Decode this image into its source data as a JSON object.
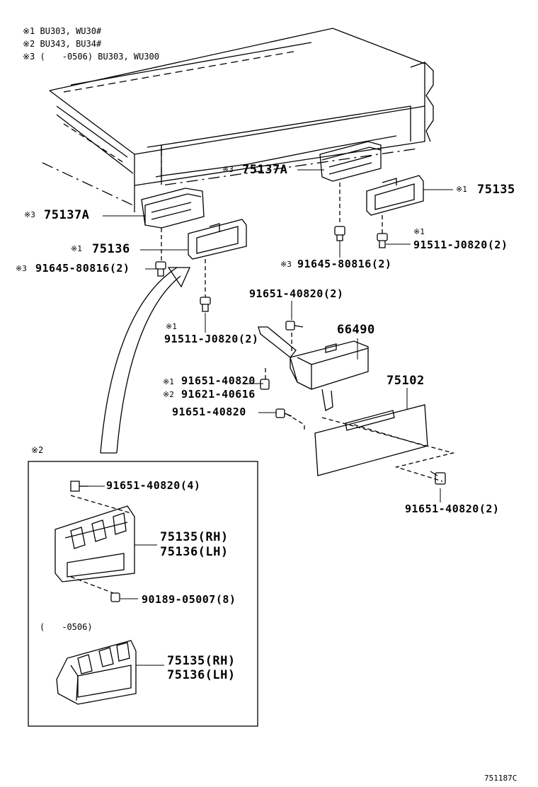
{
  "footnotes": [
    "※1 BU303, WU30#",
    "※2 BU343, BU34#",
    "※3 (　　-0506) BU303, WU300"
  ],
  "labels": {
    "p75137A_left_mark": "※3",
    "p75137A_left": "75137A",
    "p75137A_right_mark": "※3",
    "p75137A_right": "75137A",
    "p75135_mark": "※1",
    "p75135": "75135",
    "p75136_mark": "※1",
    "p75136": "75136",
    "bolt_91645_left_mark": "※3",
    "bolt_91645_left": "91645-80816(2)",
    "bolt_91645_right_mark": "※3",
    "bolt_91645_right": "91645-80816(2)",
    "bolt_91511_right_mark": "※1",
    "bolt_91511_right": "91511-J0820(2)",
    "bolt_91511_left_mark": "※1",
    "bolt_91511_left": "91511-J0820(2)",
    "bolt_91651_top": "91651-40820(2)",
    "lamp_66490": "66490",
    "bolt_91651_mid_mark": "※1",
    "bolt_91651_mid": "91651-40820",
    "bolt_91621_mark": "※2",
    "bolt_91621": "91621-40616",
    "bolt_91651_low": "91651-40820",
    "plate_75102": "75102",
    "bolt_91651_bottom": "91651-40820(2)"
  },
  "inset": {
    "title": "※2",
    "bolt_label": "91651-40820(4)",
    "bracket1_rh": "75135(RH)",
    "bracket1_lh": "75136(LH)",
    "nut_label": "90189-05007(8)",
    "sub_note": "(　　-0506)",
    "bracket2_rh": "75135(RH)",
    "bracket2_lh": "75136(LH)"
  },
  "figure_code": "751187C"
}
